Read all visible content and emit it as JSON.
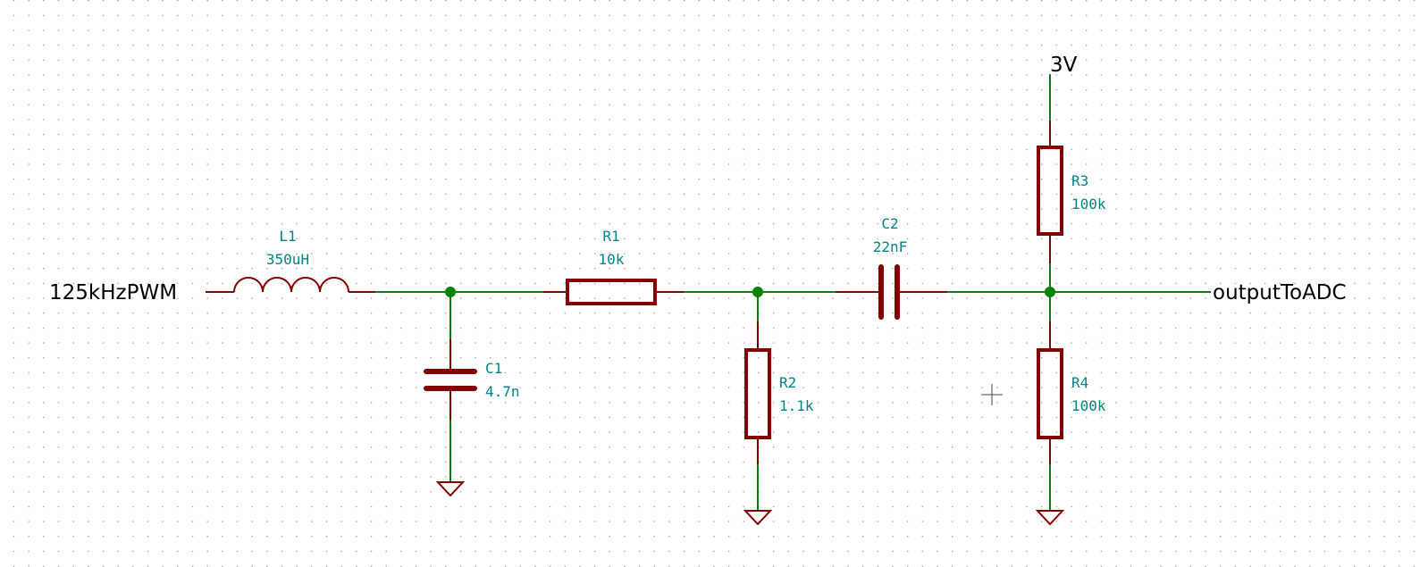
{
  "nets": {
    "input": "125kHzPWM",
    "supply": "3V",
    "output": "outputToADC"
  },
  "components": {
    "L1": {
      "ref": "L1",
      "value": "350uH"
    },
    "R1": {
      "ref": "R1",
      "value": "10k"
    },
    "C1": {
      "ref": "C1",
      "value": "4.7n"
    },
    "R2": {
      "ref": "R2",
      "value": "1.1k"
    },
    "C2": {
      "ref": "C2",
      "value": "22nF"
    },
    "R3": {
      "ref": "R3",
      "value": "100k"
    },
    "R4": {
      "ref": "R4",
      "value": "100k"
    }
  },
  "colors": {
    "wire": "#008400",
    "component": "#840000",
    "label": "#008484",
    "grid": "#999999"
  }
}
